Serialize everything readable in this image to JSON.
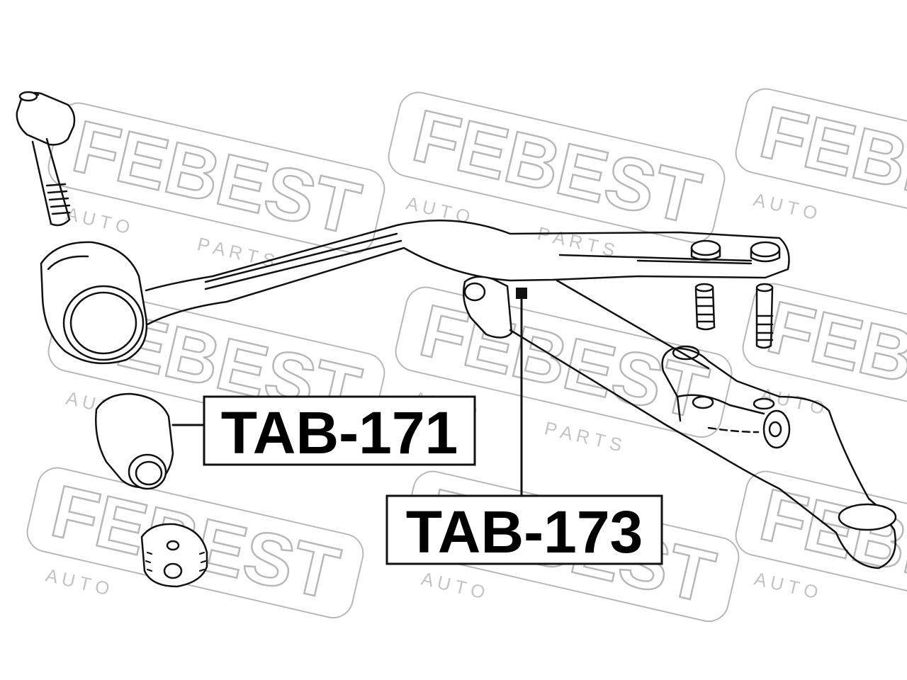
{
  "watermark": {
    "brand": "FEBEST",
    "tagline_auto": "A U T O",
    "tagline_parts": "P A R T S"
  },
  "callouts": [
    {
      "part_number": "TAB-171"
    },
    {
      "part_number": "TAB-173"
    }
  ],
  "colors": {
    "line": "#111111",
    "watermark": "#b5b5b5",
    "background": "#ffffff"
  }
}
